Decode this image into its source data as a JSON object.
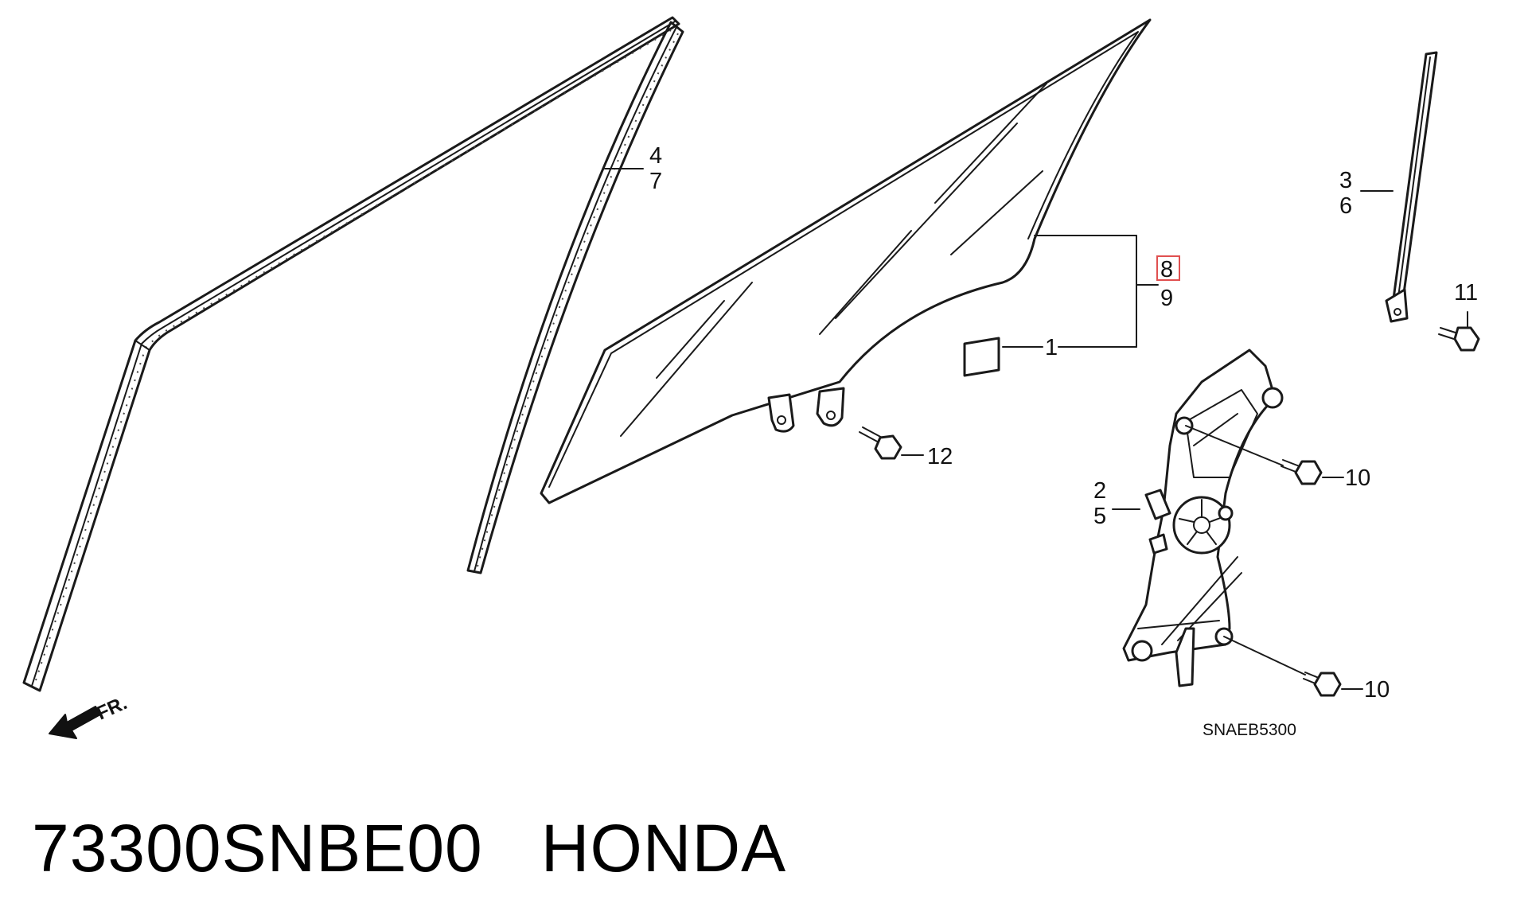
{
  "diagram_code": "SNAEB5300",
  "caption": "73300SNBE00   HONDA",
  "front_label": "FR.",
  "highlight_color": "#e05050",
  "callouts": {
    "c1": "1",
    "c2": "2",
    "c3": "3",
    "c4": "4",
    "c5": "5",
    "c6": "6",
    "c7": "7",
    "c8": "8",
    "c9": "9",
    "c10a": "10",
    "c10b": "10",
    "c11": "11",
    "c12": "12"
  }
}
